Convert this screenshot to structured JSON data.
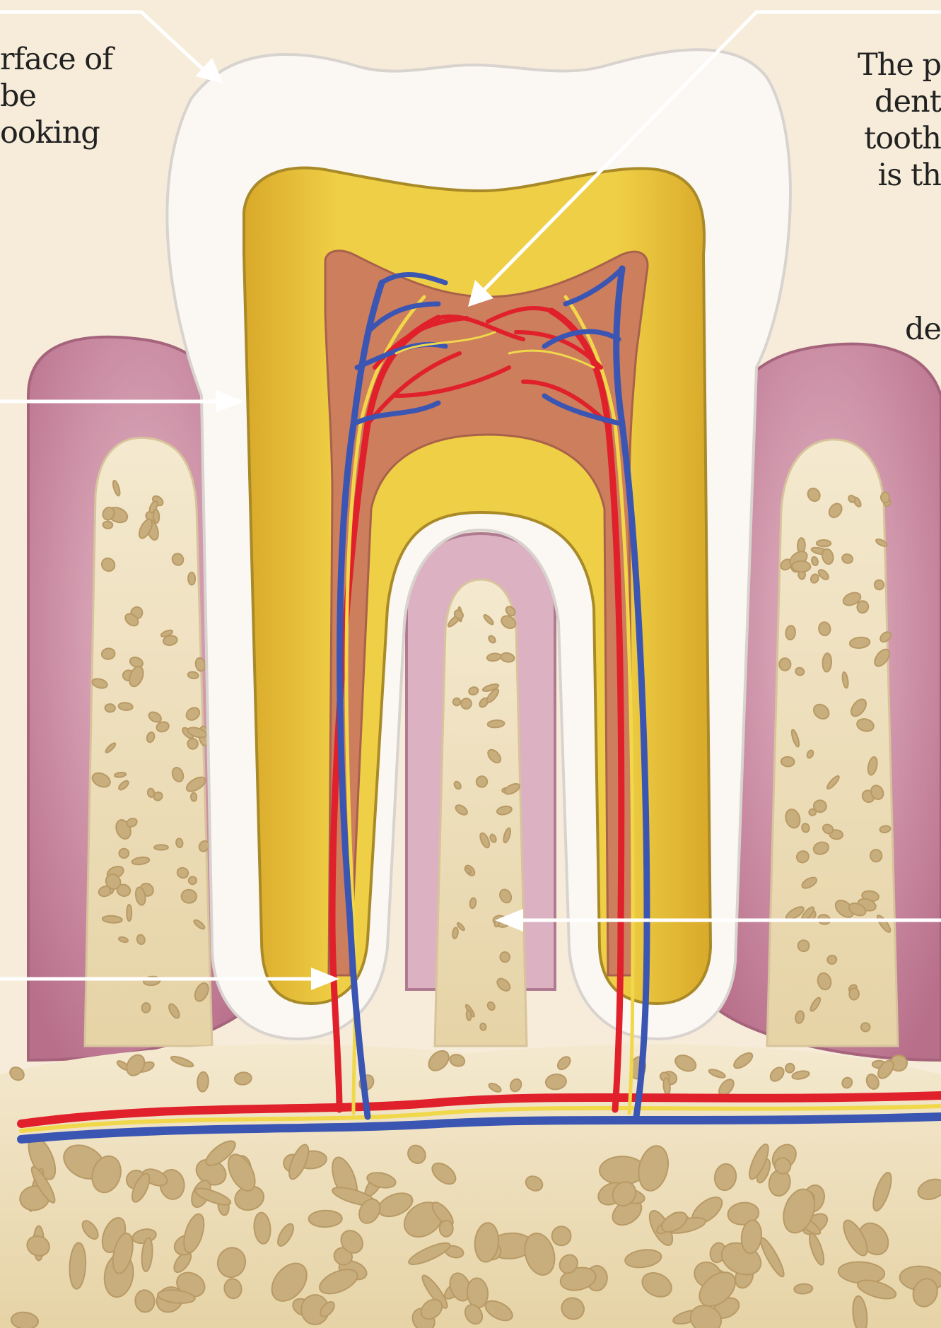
{
  "labels": {
    "enamel": [
      "rface of",
      "be",
      "ooking"
    ],
    "pulp": [
      "The p",
      "dent",
      "tooth",
      "is th"
    ],
    "dentine": [
      "de"
    ]
  },
  "colors": {
    "background": "#f6ecd9",
    "enamel": "#fbf8f3",
    "dentine": "#e8c43a",
    "pulp": "#cc7e5d",
    "gum": "#b86f8a",
    "bone": "#f1e4c2",
    "bone_pores": "#c8ae7c",
    "artery": "#e0202b",
    "vein": "#3b55b3",
    "nerve": "#f0d84a",
    "pointer": "#ffffff"
  }
}
